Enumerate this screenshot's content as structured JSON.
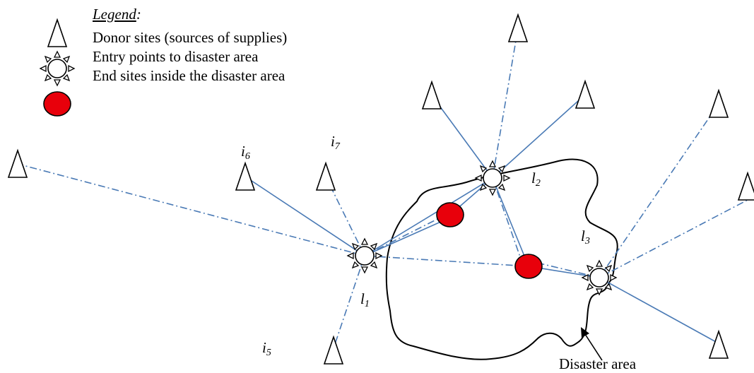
{
  "legend": {
    "title": "Legend",
    "title_suffix": ":",
    "items": [
      {
        "icon": "triangle-icon",
        "label": "Donor sites (sources of supplies)"
      },
      {
        "icon": "sun-icon",
        "label": "Entry points to disaster area"
      },
      {
        "icon": "red-circle-icon",
        "label": "End sites inside the disaster area"
      }
    ]
  },
  "labels": {
    "i5": {
      "base": "i",
      "sub": "5"
    },
    "i6": {
      "base": "i",
      "sub": "6"
    },
    "i7": {
      "base": "i",
      "sub": "7"
    },
    "l1": {
      "base": "l",
      "sub": "1"
    },
    "l2": {
      "base": "l",
      "sub": "2"
    },
    "l3": {
      "base": "l",
      "sub": "3"
    }
  },
  "disaster_area_label": "Disaster area",
  "colors": {
    "link": "#4a7ab5",
    "end_site": "#e8000b",
    "outline": "#000000"
  }
}
